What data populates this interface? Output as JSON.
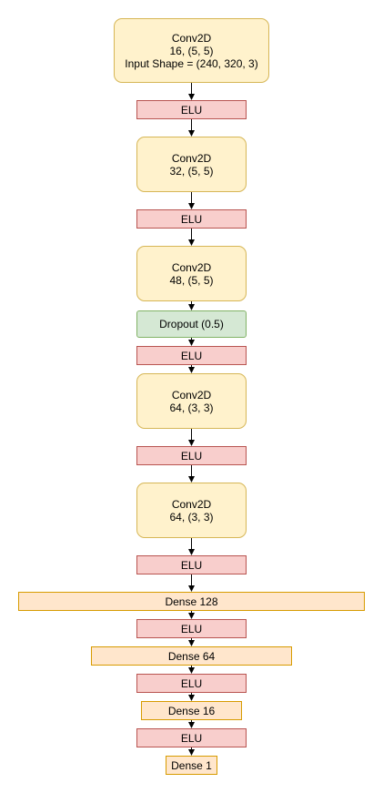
{
  "diagram": {
    "nodes": [
      {
        "id": "conv1",
        "kind": "conv",
        "lines": [
          "Conv2D",
          "16, (5, 5)",
          "Input Shape = (240, 320, 3)"
        ]
      },
      {
        "id": "elu1",
        "kind": "elu",
        "lines": [
          "ELU"
        ]
      },
      {
        "id": "conv2",
        "kind": "conv",
        "lines": [
          "Conv2D",
          "32, (5, 5)"
        ]
      },
      {
        "id": "elu2",
        "kind": "elu",
        "lines": [
          "ELU"
        ]
      },
      {
        "id": "conv3",
        "kind": "conv",
        "lines": [
          "Conv2D",
          "48, (5, 5)"
        ]
      },
      {
        "id": "dropout",
        "kind": "dropout",
        "lines": [
          "Dropout (0.5)"
        ]
      },
      {
        "id": "elu3",
        "kind": "elu",
        "lines": [
          "ELU"
        ]
      },
      {
        "id": "conv4",
        "kind": "conv",
        "lines": [
          "Conv2D",
          "64, (3, 3)"
        ]
      },
      {
        "id": "elu4",
        "kind": "elu",
        "lines": [
          "ELU"
        ]
      },
      {
        "id": "conv5",
        "kind": "conv",
        "lines": [
          "Conv2D",
          "64, (3, 3)"
        ]
      },
      {
        "id": "elu5",
        "kind": "elu",
        "lines": [
          "ELU"
        ]
      },
      {
        "id": "dense128",
        "kind": "dense",
        "lines": [
          "Dense 128"
        ]
      },
      {
        "id": "elu6",
        "kind": "elu",
        "lines": [
          "ELU"
        ]
      },
      {
        "id": "dense64",
        "kind": "dense",
        "lines": [
          "Dense 64"
        ]
      },
      {
        "id": "elu7",
        "kind": "elu",
        "lines": [
          "ELU"
        ]
      },
      {
        "id": "dense16",
        "kind": "dense",
        "lines": [
          "Dense 16"
        ]
      },
      {
        "id": "elu8",
        "kind": "elu",
        "lines": [
          "ELU"
        ]
      },
      {
        "id": "dense1",
        "kind": "dense",
        "lines": [
          "Dense 1"
        ]
      }
    ],
    "edges": [
      [
        "conv1",
        "elu1"
      ],
      [
        "elu1",
        "conv2"
      ],
      [
        "conv2",
        "elu2"
      ],
      [
        "elu2",
        "conv3"
      ],
      [
        "conv3",
        "dropout"
      ],
      [
        "dropout",
        "elu3"
      ],
      [
        "elu3",
        "conv4"
      ],
      [
        "conv4",
        "elu4"
      ],
      [
        "elu4",
        "conv5"
      ],
      [
        "conv5",
        "elu5"
      ],
      [
        "elu5",
        "dense128"
      ],
      [
        "dense128",
        "elu6"
      ],
      [
        "elu6",
        "dense64"
      ],
      [
        "dense64",
        "elu7"
      ],
      [
        "elu7",
        "dense16"
      ],
      [
        "dense16",
        "elu8"
      ],
      [
        "elu8",
        "dense1"
      ]
    ],
    "colors": {
      "conv_fill": "#fff2cc",
      "conv_stroke": "#d6b656",
      "elu_fill": "#f8cecc",
      "elu_stroke": "#b85450",
      "dropout_fill": "#d5e8d4",
      "dropout_stroke": "#82b366",
      "dense_fill": "#ffe6cc",
      "dense_stroke": "#d79b00",
      "arrow": "#000000"
    }
  }
}
